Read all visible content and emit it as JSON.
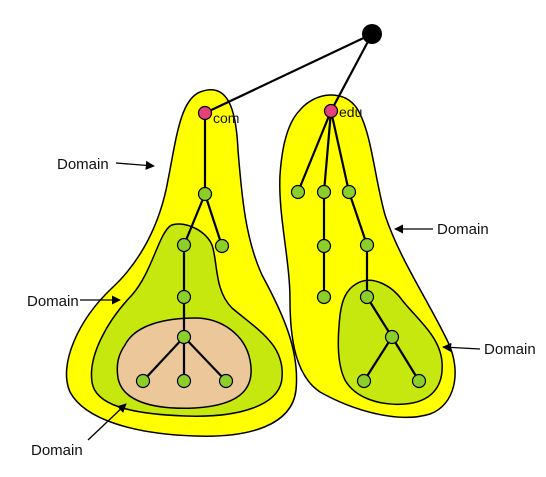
{
  "diagram": {
    "root_label": "",
    "com_label": "com",
    "edu_label": "edu",
    "domain_labels": [
      "Domain",
      "Domain",
      "Domain",
      "Domain",
      "Domain"
    ],
    "colors": {
      "outer_domain": "#ffff00",
      "middle_domain": "#c6e80f",
      "inner_domain": "#ebc79a",
      "node": "#8ccf2a",
      "top_node": "#e7417a",
      "root": "#000000",
      "stroke": "#000000"
    }
  }
}
